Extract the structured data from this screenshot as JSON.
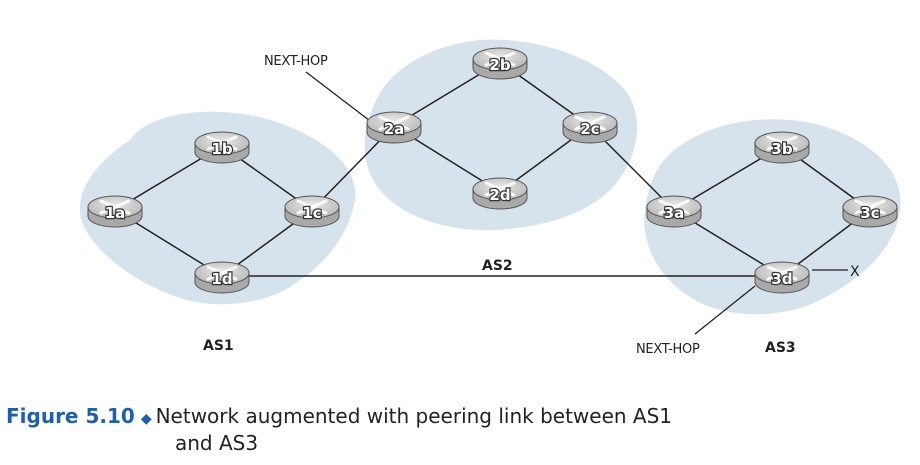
{
  "figure": {
    "label": "Figure 5.10",
    "caption_line1": "Network augmented with peering link between AS1",
    "caption_line2": "and AS3"
  },
  "as_labels": {
    "as1": "AS1",
    "as2": "AS2",
    "as3": "AS3"
  },
  "annotations": {
    "next_hop_top": "NEXT-HOP",
    "next_hop_bottom": "NEXT-HOP",
    "x_marker": "X"
  },
  "routers": [
    {
      "id": "1a",
      "label": "1a"
    },
    {
      "id": "1b",
      "label": "1b"
    },
    {
      "id": "1c",
      "label": "1c"
    },
    {
      "id": "1d",
      "label": "1d"
    },
    {
      "id": "2a",
      "label": "2a"
    },
    {
      "id": "2b",
      "label": "2b"
    },
    {
      "id": "2c",
      "label": "2c"
    },
    {
      "id": "2d",
      "label": "2d"
    },
    {
      "id": "3a",
      "label": "3a"
    },
    {
      "id": "3b",
      "label": "3b"
    },
    {
      "id": "3c",
      "label": "3c"
    },
    {
      "id": "3d",
      "label": "3d"
    }
  ],
  "links": [
    [
      "1a",
      "1b"
    ],
    [
      "1b",
      "1c"
    ],
    [
      "1c",
      "1d"
    ],
    [
      "1d",
      "1a"
    ],
    [
      "1c",
      "2a"
    ],
    [
      "2a",
      "2b"
    ],
    [
      "2b",
      "2c"
    ],
    [
      "2c",
      "2d"
    ],
    [
      "2d",
      "2a"
    ],
    [
      "2c",
      "3a"
    ],
    [
      "3a",
      "3b"
    ],
    [
      "3b",
      "3c"
    ],
    [
      "3c",
      "3d"
    ],
    [
      "3d",
      "3a"
    ],
    [
      "1d",
      "3d"
    ]
  ],
  "colors": {
    "as_region": "#d7e3ec",
    "router_body": "#a9a9a9",
    "router_top": "#cfcfcf",
    "link": "#222222",
    "caption_accent": "#1f5ea8"
  }
}
